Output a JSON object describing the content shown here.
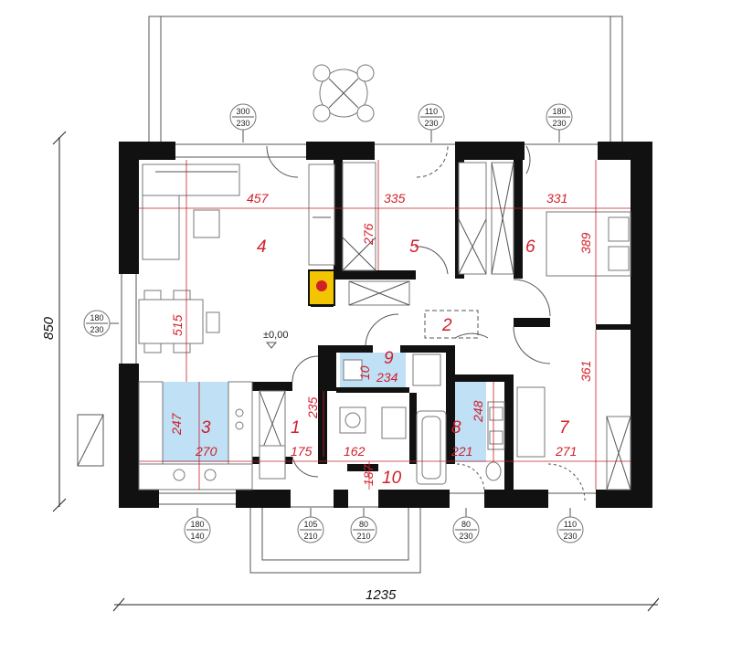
{
  "rooms": [
    {
      "number": "1"
    },
    {
      "number": "2"
    },
    {
      "number": "3"
    },
    {
      "number": "4"
    },
    {
      "number": "5"
    },
    {
      "number": "6"
    },
    {
      "number": "7"
    },
    {
      "number": "8"
    },
    {
      "number": "9"
    },
    {
      "number": "10"
    }
  ],
  "dimensions": {
    "overall_width": "1235",
    "overall_depth": "850",
    "d457": "457",
    "d335": "335",
    "d331": "331",
    "d276": "276",
    "d389": "389",
    "d515": "515",
    "d247": "247",
    "d270": "270",
    "d235": "235",
    "d175": "175",
    "d162": "162",
    "d187": "187",
    "d10": "10",
    "d234": "234",
    "d248": "248",
    "d221": "221",
    "d361": "361",
    "d271": "271"
  },
  "level_mark": "±0,00",
  "openings": [
    {
      "w": "300",
      "h": "230"
    },
    {
      "w": "110",
      "h": "230"
    },
    {
      "w": "180",
      "h": "230"
    },
    {
      "w": "180",
      "h": "230"
    },
    {
      "w": "180",
      "h": "140"
    },
    {
      "w": "105",
      "h": "210"
    },
    {
      "w": "80",
      "h": "210"
    },
    {
      "w": "80",
      "h": "230"
    },
    {
      "w": "110",
      "h": "230"
    }
  ],
  "colors": {
    "walls": "#111111",
    "dimension_red": "#d11f2a",
    "wet_area_blue": "#bfe0f5"
  }
}
